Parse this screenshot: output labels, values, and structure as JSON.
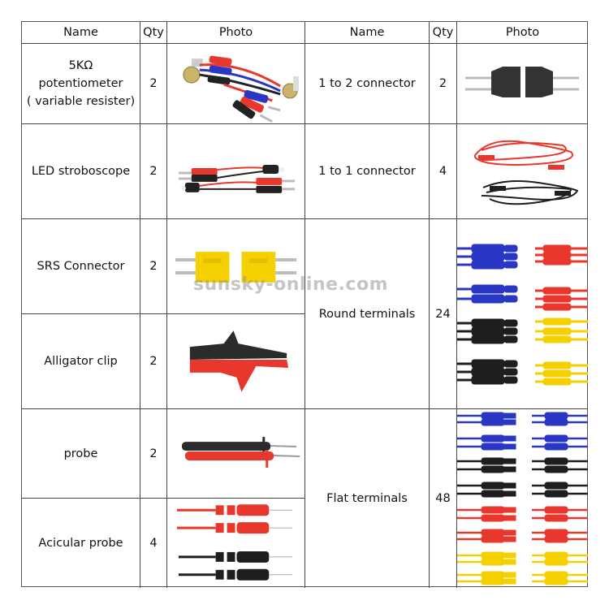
{
  "table": {
    "headers": {
      "left": {
        "name": "Name",
        "qty": "Qty",
        "photo": "Photo"
      },
      "right": {
        "name": "Name",
        "qty": "Qty",
        "photo": "Photo"
      }
    },
    "left_rows": [
      {
        "name_line1": "5KΩ",
        "name_line2": "potentiometer",
        "name_line3": "( variable resister)",
        "qty": "2",
        "photo": "potentiometer-leads-photo"
      },
      {
        "name": "LED stroboscope",
        "qty": "2",
        "photo": "led-stroboscope-photo"
      },
      {
        "name": "SRS Connector",
        "qty": "2",
        "photo": "srs-connector-photo"
      },
      {
        "name": "Alligator clip",
        "qty": "2",
        "photo": "alligator-clip-photo"
      },
      {
        "name": "probe",
        "qty": "2",
        "photo": "probe-photo"
      },
      {
        "name": "Acicular probe",
        "qty": "4",
        "photo": "acicular-probe-photo"
      }
    ],
    "right_rows": [
      {
        "name": "1 to 2 connector",
        "qty": "2",
        "photo": "1-to-2-connector-photo"
      },
      {
        "name": "1 to 1 connector",
        "qty": "4",
        "photo": "1-to-1-connector-photo"
      },
      {
        "name": "Round terminals",
        "qty": "24",
        "photo": "round-terminals-photo"
      },
      {
        "name": "Flat terminals",
        "qty": "48",
        "photo": "flat-terminals-photo"
      }
    ]
  },
  "watermark": "sunsky-online.com",
  "colors": {
    "red": "#e8372c",
    "black": "#222222",
    "blue": "#2a36c4",
    "yellow": "#f4d000",
    "grid": "#444444"
  }
}
